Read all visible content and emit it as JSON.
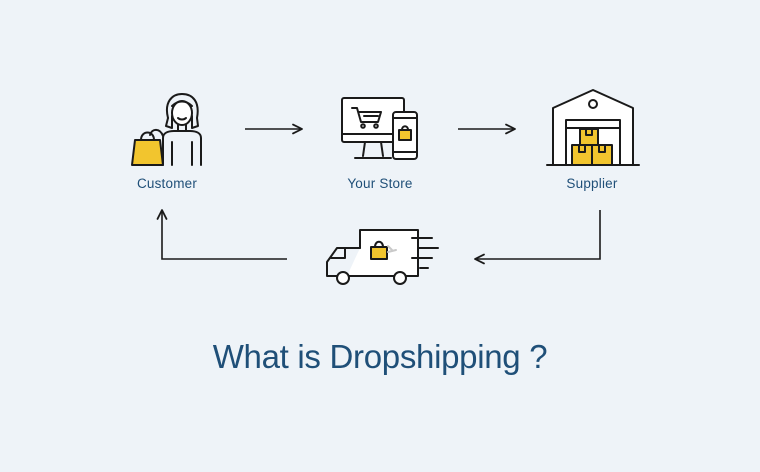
{
  "nodes": {
    "customer": "Customer",
    "store": "Your Store",
    "supplier": "Supplier"
  },
  "title": "What is Dropshipping ?",
  "colors": {
    "background": "#eef3f8",
    "text": "#1f4f78",
    "line": "#1a1a1a",
    "accent": "#f2c52e"
  },
  "icons": {
    "customer": "shopper-with-bag-icon",
    "store": "desktop-and-phone-cart-icon",
    "supplier": "warehouse-boxes-icon",
    "delivery": "delivery-truck-icon"
  }
}
